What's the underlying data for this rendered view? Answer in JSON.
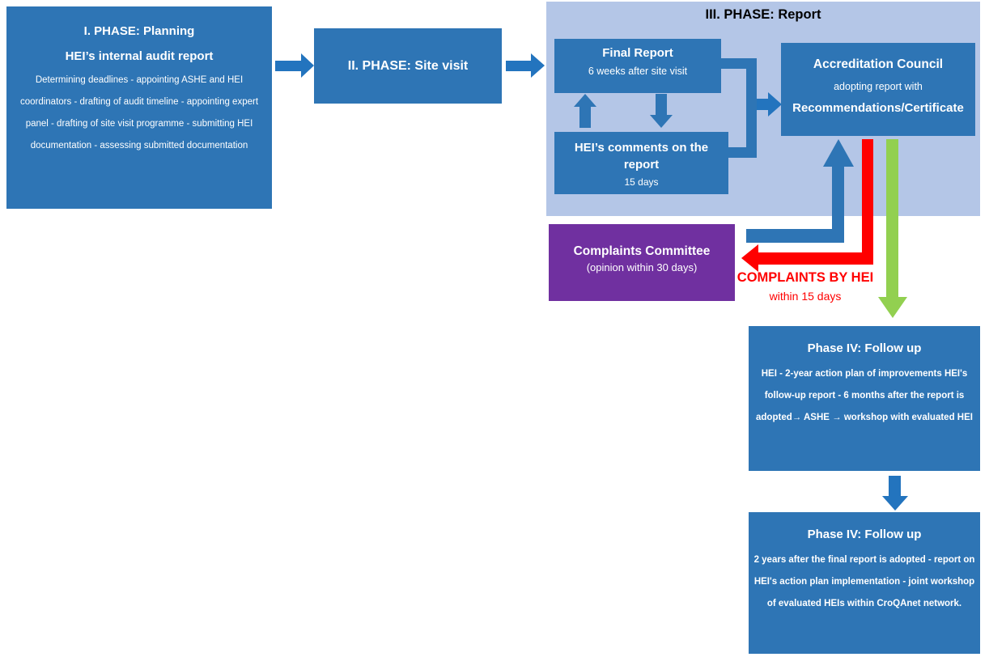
{
  "colors": {
    "box_blue": "#2E75B5",
    "container_blue": "#B4C6E7",
    "arrow_blue": "#2374BE",
    "purple": "#7030A0",
    "red": "#FF0000",
    "green": "#92D050",
    "title_color": "#000000",
    "text_white": "#FFFFFF"
  },
  "phase1": {
    "title": "I. PHASE: Planning",
    "subtitle": "HEI’s internal audit report",
    "body": "Determining deadlines - appointing ASHE and HEI coordinators - drafting of audit timeline - appointing expert panel - drafting of site visit programme - submitting HEI documentation - assessing submitted documentation"
  },
  "phase2": {
    "title": "II. PHASE: Site visit"
  },
  "phase3": {
    "title": "III. PHASE: Report",
    "final_report": {
      "title": "Final Report",
      "subtitle": "6 weeks after site visit"
    },
    "hei_comments": {
      "title": "HEI’s comments on the report",
      "subtitle": "15 days"
    },
    "accreditation": {
      "title": "Accreditation Council",
      "line2": "adopting report with",
      "line3": "Recommendations/Certificate"
    }
  },
  "complaints": {
    "box_title": "Complaints Committee",
    "box_subtitle": "(opinion within 30 days)",
    "label": "COMPLAINTS BY HEI",
    "sublabel": "within 15 days"
  },
  "phase4a": {
    "title": "Phase IV: Follow up",
    "body": "HEI - 2-year action plan of improvements HEI's follow-up report - 6 months after the report is adopted→ ASHE → workshop with evaluated HEI"
  },
  "phase4b": {
    "title": "Phase IV: Follow up",
    "body": "2 years after the final report is adopted - report on HEI's action plan implementation - joint workshop of evaluated HEIs within CroQAnet network."
  }
}
